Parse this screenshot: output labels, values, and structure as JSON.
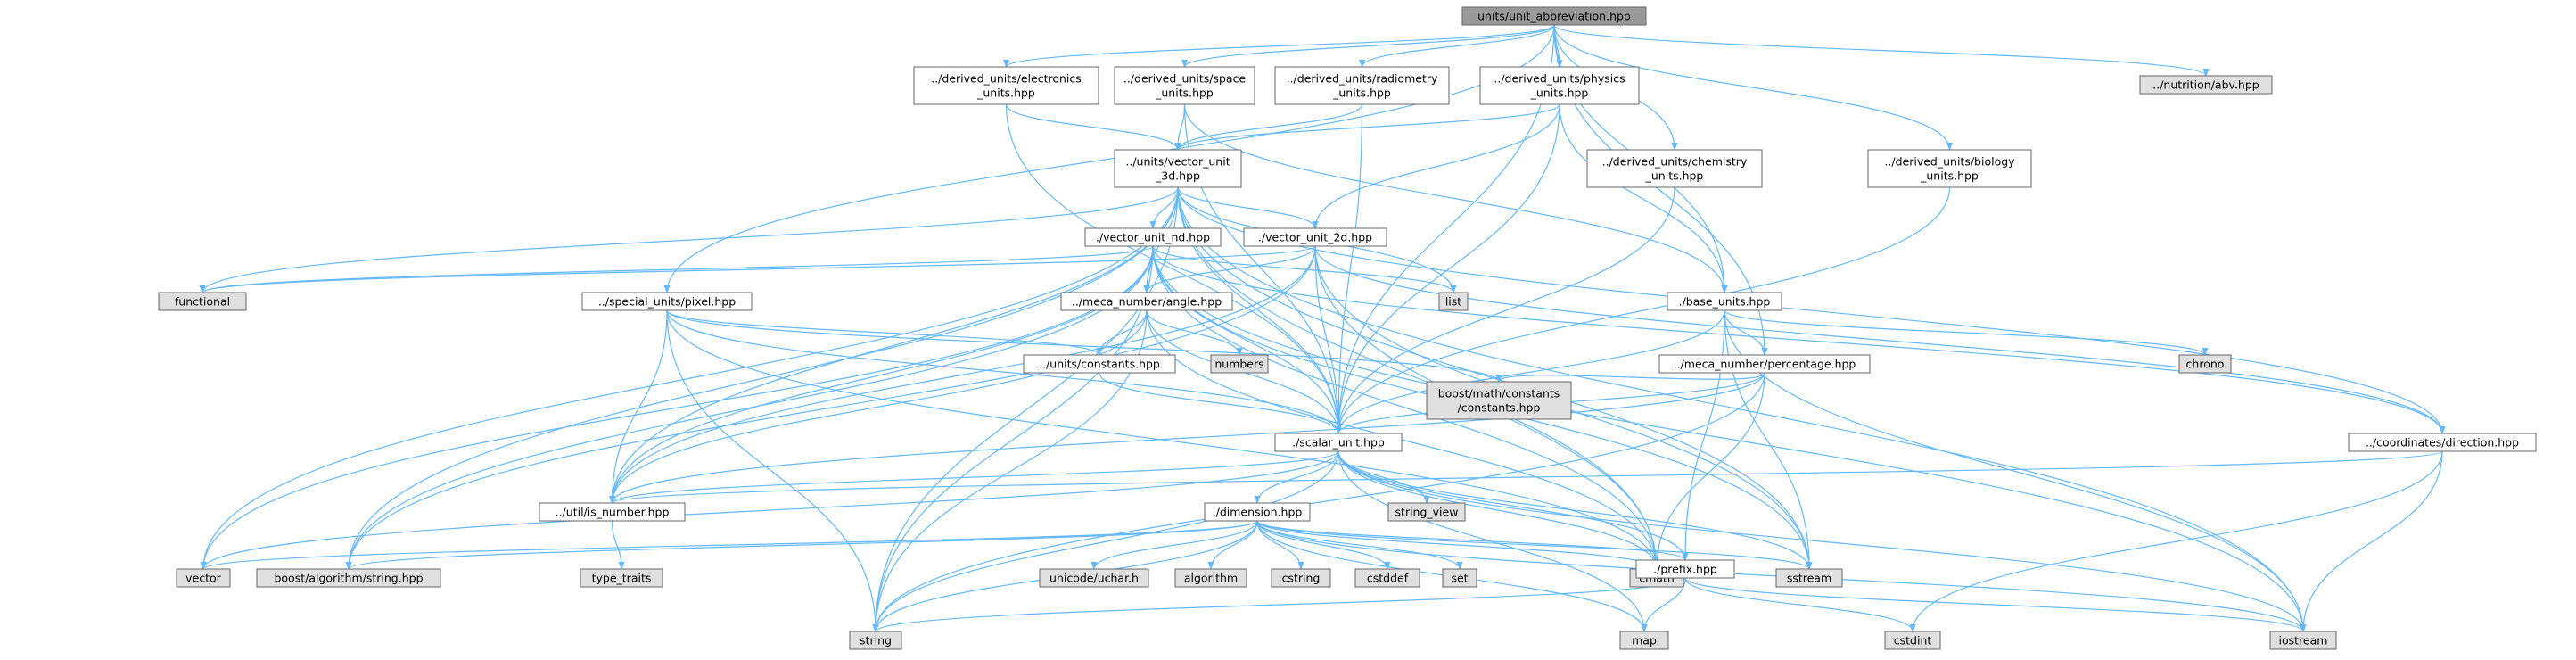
{
  "colors": {
    "root_fill": "#999999",
    "internal_fill": "#ffffff",
    "external_fill": "#e0e0e0",
    "node_border": "#666666",
    "edge": "#63b8ff",
    "text": "#000000"
  },
  "nodes": [
    {
      "id": "root",
      "kind": "root",
      "lines": [
        "units/unit_abbreviation.hpp"
      ]
    },
    {
      "id": "electronics",
      "kind": "internal",
      "lines": [
        "../derived_units/electronics",
        "_units.hpp"
      ]
    },
    {
      "id": "space",
      "kind": "internal",
      "lines": [
        "../derived_units/space",
        "_units.hpp"
      ]
    },
    {
      "id": "radiometry",
      "kind": "internal",
      "lines": [
        "../derived_units/radiometry",
        "_units.hpp"
      ]
    },
    {
      "id": "physics",
      "kind": "internal",
      "lines": [
        "../derived_units/physics",
        "_units.hpp"
      ]
    },
    {
      "id": "abv",
      "kind": "external",
      "lines": [
        "../nutrition/abv.hpp"
      ]
    },
    {
      "id": "vector3d",
      "kind": "internal",
      "lines": [
        "../units/vector_unit",
        "_3d.hpp"
      ]
    },
    {
      "id": "chemistry",
      "kind": "internal",
      "lines": [
        "../derived_units/chemistry",
        "_units.hpp"
      ]
    },
    {
      "id": "biology",
      "kind": "internal",
      "lines": [
        "../derived_units/biology",
        "_units.hpp"
      ]
    },
    {
      "id": "vectornd",
      "kind": "internal",
      "lines": [
        "./vector_unit_nd.hpp"
      ]
    },
    {
      "id": "vector2d",
      "kind": "internal",
      "lines": [
        "./vector_unit_2d.hpp"
      ]
    },
    {
      "id": "functional",
      "kind": "external",
      "lines": [
        "functional"
      ]
    },
    {
      "id": "list",
      "kind": "external",
      "lines": [
        "list"
      ]
    },
    {
      "id": "pixel",
      "kind": "internal",
      "lines": [
        "../special_units/pixel.hpp"
      ]
    },
    {
      "id": "angle",
      "kind": "internal",
      "lines": [
        "../meca_number/angle.hpp"
      ]
    },
    {
      "id": "baseunits",
      "kind": "internal",
      "lines": [
        "./base_units.hpp"
      ]
    },
    {
      "id": "chrono",
      "kind": "external",
      "lines": [
        "chrono"
      ]
    },
    {
      "id": "constants",
      "kind": "internal",
      "lines": [
        "../units/constants.hpp"
      ]
    },
    {
      "id": "numbers",
      "kind": "external",
      "lines": [
        "numbers"
      ]
    },
    {
      "id": "percentage",
      "kind": "internal",
      "lines": [
        "../meca_number/percentage.hpp"
      ]
    },
    {
      "id": "boostconst",
      "kind": "external",
      "lines": [
        "boost/math/constants",
        "/constants.hpp"
      ]
    },
    {
      "id": "scalar",
      "kind": "internal",
      "lines": [
        "./scalar_unit.hpp"
      ]
    },
    {
      "id": "direction",
      "kind": "internal",
      "lines": [
        "../coordinates/direction.hpp"
      ]
    },
    {
      "id": "isnumber",
      "kind": "internal",
      "lines": [
        "../util/is_number.hpp"
      ]
    },
    {
      "id": "stringview",
      "kind": "external",
      "lines": [
        "string_view"
      ]
    },
    {
      "id": "dimension",
      "kind": "internal",
      "lines": [
        "./dimension.hpp"
      ]
    },
    {
      "id": "typetraits",
      "kind": "external",
      "lines": [
        "type_traits"
      ]
    },
    {
      "id": "vector",
      "kind": "external",
      "lines": [
        "vector"
      ]
    },
    {
      "id": "boostalgo",
      "kind": "external",
      "lines": [
        "boost/algorithm/string.hpp"
      ]
    },
    {
      "id": "uchar",
      "kind": "external",
      "lines": [
        "unicode/uchar.h"
      ]
    },
    {
      "id": "algorithm",
      "kind": "external",
      "lines": [
        "algorithm"
      ]
    },
    {
      "id": "cstring",
      "kind": "external",
      "lines": [
        "cstring"
      ]
    },
    {
      "id": "cstddef",
      "kind": "external",
      "lines": [
        "cstddef"
      ]
    },
    {
      "id": "set",
      "kind": "external",
      "lines": [
        "set"
      ]
    },
    {
      "id": "cmath",
      "kind": "external",
      "lines": [
        "cmath"
      ]
    },
    {
      "id": "sstream",
      "kind": "external",
      "lines": [
        "sstream"
      ]
    },
    {
      "id": "prefix",
      "kind": "internal",
      "lines": [
        "./prefix.hpp"
      ]
    },
    {
      "id": "string",
      "kind": "external",
      "lines": [
        "string"
      ]
    },
    {
      "id": "map",
      "kind": "external",
      "lines": [
        "map"
      ]
    },
    {
      "id": "cstdint",
      "kind": "external",
      "lines": [
        "cstdint"
      ]
    },
    {
      "id": "iostream",
      "kind": "external",
      "lines": [
        "iostream"
      ]
    }
  ],
  "edges": [
    [
      "root",
      "electronics"
    ],
    [
      "root",
      "space"
    ],
    [
      "root",
      "radiometry"
    ],
    [
      "root",
      "physics"
    ],
    [
      "root",
      "abv"
    ],
    [
      "root",
      "chemistry"
    ],
    [
      "root",
      "biology"
    ],
    [
      "root",
      "pixel"
    ],
    [
      "root",
      "scalar"
    ],
    [
      "root",
      "baseunits"
    ],
    [
      "root",
      "percentage"
    ],
    [
      "electronics",
      "vector3d"
    ],
    [
      "electronics",
      "scalar"
    ],
    [
      "space",
      "vector3d"
    ],
    [
      "space",
      "scalar"
    ],
    [
      "space",
      "baseunits"
    ],
    [
      "radiometry",
      "vector3d"
    ],
    [
      "radiometry",
      "scalar"
    ],
    [
      "physics",
      "vector3d"
    ],
    [
      "physics",
      "vector2d"
    ],
    [
      "physics",
      "scalar"
    ],
    [
      "physics",
      "baseunits"
    ],
    [
      "chemistry",
      "scalar"
    ],
    [
      "biology",
      "scalar"
    ],
    [
      "vector3d",
      "vectornd"
    ],
    [
      "vector3d",
      "vector2d"
    ],
    [
      "vector3d",
      "functional"
    ],
    [
      "vector3d",
      "list"
    ],
    [
      "vector3d",
      "angle"
    ],
    [
      "vector3d",
      "scalar"
    ],
    [
      "vector3d",
      "direction"
    ],
    [
      "vector3d",
      "isnumber"
    ],
    [
      "vector3d",
      "vector"
    ],
    [
      "vector3d",
      "boostalgo"
    ],
    [
      "vector3d",
      "cmath"
    ],
    [
      "vector3d",
      "sstream"
    ],
    [
      "vector3d",
      "string"
    ],
    [
      "vector3d",
      "iostream"
    ],
    [
      "vectornd",
      "functional"
    ],
    [
      "vectornd",
      "list"
    ],
    [
      "vectornd",
      "angle"
    ],
    [
      "vectornd",
      "scalar"
    ],
    [
      "vectornd",
      "direction"
    ],
    [
      "vectornd",
      "isnumber"
    ],
    [
      "vectornd",
      "vector"
    ],
    [
      "vectornd",
      "boostalgo"
    ],
    [
      "vectornd",
      "cmath"
    ],
    [
      "vectornd",
      "sstream"
    ],
    [
      "vectornd",
      "string"
    ],
    [
      "vectornd",
      "iostream"
    ],
    [
      "vector2d",
      "angle"
    ],
    [
      "vector2d",
      "scalar"
    ],
    [
      "vector2d",
      "direction"
    ],
    [
      "vector2d",
      "isnumber"
    ],
    [
      "vector2d",
      "boostalgo"
    ],
    [
      "vector2d",
      "functional"
    ],
    [
      "vector2d",
      "cmath"
    ],
    [
      "vector2d",
      "sstream"
    ],
    [
      "pixel",
      "constants"
    ],
    [
      "pixel",
      "scalar"
    ],
    [
      "pixel",
      "isnumber"
    ],
    [
      "pixel",
      "string"
    ],
    [
      "pixel",
      "boostconst"
    ],
    [
      "pixel",
      "cmath"
    ],
    [
      "angle",
      "constants"
    ],
    [
      "angle",
      "numbers"
    ],
    [
      "angle",
      "scalar"
    ],
    [
      "angle",
      "isnumber"
    ],
    [
      "angle",
      "cmath"
    ],
    [
      "angle",
      "string"
    ],
    [
      "baseunits",
      "scalar"
    ],
    [
      "baseunits",
      "prefix"
    ],
    [
      "baseunits",
      "chrono"
    ],
    [
      "baseunits",
      "sstream"
    ],
    [
      "baseunits",
      "iostream"
    ],
    [
      "baseunits",
      "percentage"
    ],
    [
      "constants",
      "scalar"
    ],
    [
      "percentage",
      "scalar"
    ],
    [
      "percentage",
      "boostconst"
    ],
    [
      "percentage",
      "cmath"
    ],
    [
      "percentage",
      "string"
    ],
    [
      "percentage",
      "isnumber"
    ],
    [
      "direction",
      "isnumber"
    ],
    [
      "direction",
      "iostream"
    ],
    [
      "direction",
      "cstdint"
    ],
    [
      "scalar",
      "isnumber"
    ],
    [
      "scalar",
      "dimension"
    ],
    [
      "scalar",
      "prefix"
    ],
    [
      "scalar",
      "stringview"
    ],
    [
      "scalar",
      "vector"
    ],
    [
      "scalar",
      "string"
    ],
    [
      "scalar",
      "map"
    ],
    [
      "scalar",
      "cmath"
    ],
    [
      "scalar",
      "sstream"
    ],
    [
      "scalar",
      "iostream"
    ],
    [
      "isnumber",
      "typetraits"
    ],
    [
      "dimension",
      "vector"
    ],
    [
      "dimension",
      "boostalgo"
    ],
    [
      "dimension",
      "uchar"
    ],
    [
      "dimension",
      "algorithm"
    ],
    [
      "dimension",
      "cstring"
    ],
    [
      "dimension",
      "cstddef"
    ],
    [
      "dimension",
      "set"
    ],
    [
      "dimension",
      "map"
    ],
    [
      "dimension",
      "cmath"
    ],
    [
      "dimension",
      "sstream"
    ],
    [
      "dimension",
      "prefix"
    ],
    [
      "dimension",
      "string"
    ],
    [
      "dimension",
      "iostream"
    ],
    [
      "prefix",
      "string"
    ],
    [
      "prefix",
      "map"
    ],
    [
      "prefix",
      "cstdint"
    ],
    [
      "prefix",
      "iostream"
    ]
  ]
}
